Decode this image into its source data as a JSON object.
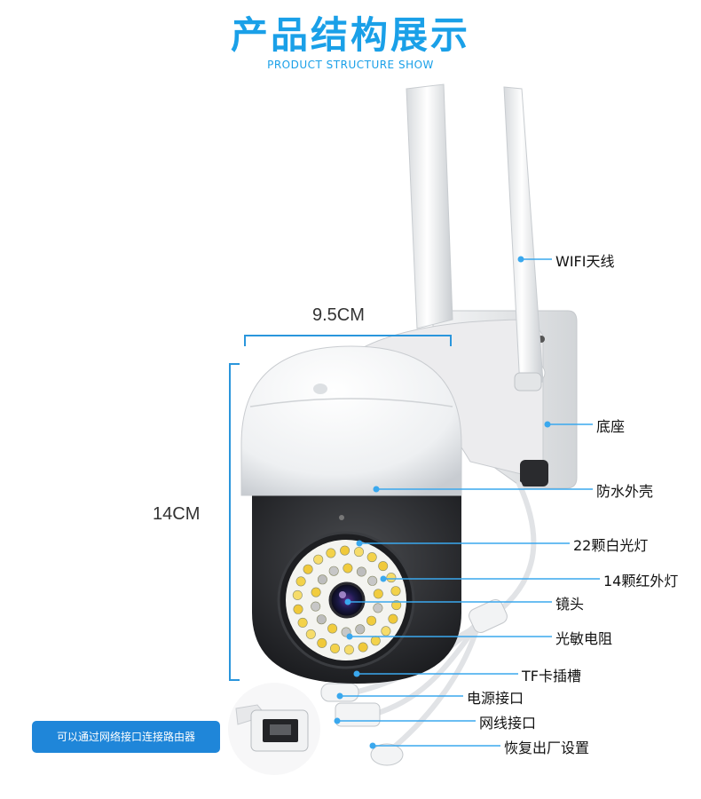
{
  "header": {
    "title": "产品结构展示",
    "subtitle": "PRODUCT STRUCTURE SHOW"
  },
  "dimensions": {
    "width": "9.5CM",
    "height": "14CM"
  },
  "labels": {
    "antenna": "WIFI天线",
    "base": "底座",
    "shell": "防水外壳",
    "white_light": "22颗白光灯",
    "ir_light": "14颗红外灯",
    "lens": "镜头",
    "photoresistor": "光敏电阻",
    "tf_slot": "TF卡插槽",
    "power_port": "电源接口",
    "network_port": "网线接口",
    "reset": "恢复出厂设置"
  },
  "note": "可以通过网络接口连接路由器",
  "colors": {
    "accent": "#1aa0e8",
    "badge": "#1f86d9",
    "callout": "#3aa8ee"
  }
}
